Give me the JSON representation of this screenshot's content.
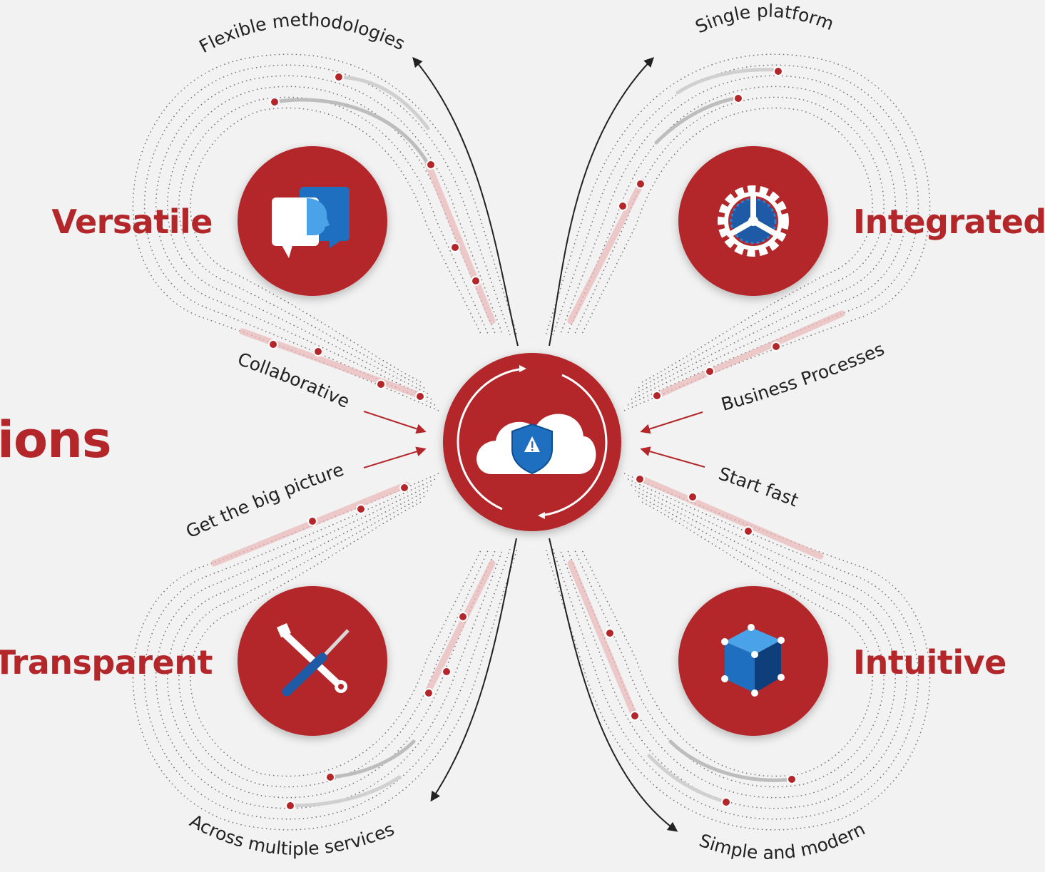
{
  "diagram": {
    "cut_title": "ions",
    "pillars": {
      "versatile": "Versatile",
      "integrated": "Integrated",
      "transparent": "Transparent",
      "intuitive": "Intuitive"
    },
    "benefits": {
      "flexible_methodologies": "Flexible methodologies",
      "collaborative": "Collaborative",
      "get_big_picture": "Get the big picture",
      "across_services": "Across multiple services",
      "single_platform": "Single platform",
      "business_processes": "Business Processes",
      "start_fast": "Start fast",
      "simple_modern": "Simple and modern"
    },
    "icons": {
      "center": "cloud-shield-alert-icon",
      "versatile": "chat-bubbles-icon",
      "integrated": "gear-icon",
      "transparent": "wrench-screwdriver-icon",
      "intuitive": "cube-icon"
    },
    "colors": {
      "accent_red": "#b3262a",
      "icon_blue": "#1e6fc0",
      "background": "#f2f2f2"
    }
  }
}
